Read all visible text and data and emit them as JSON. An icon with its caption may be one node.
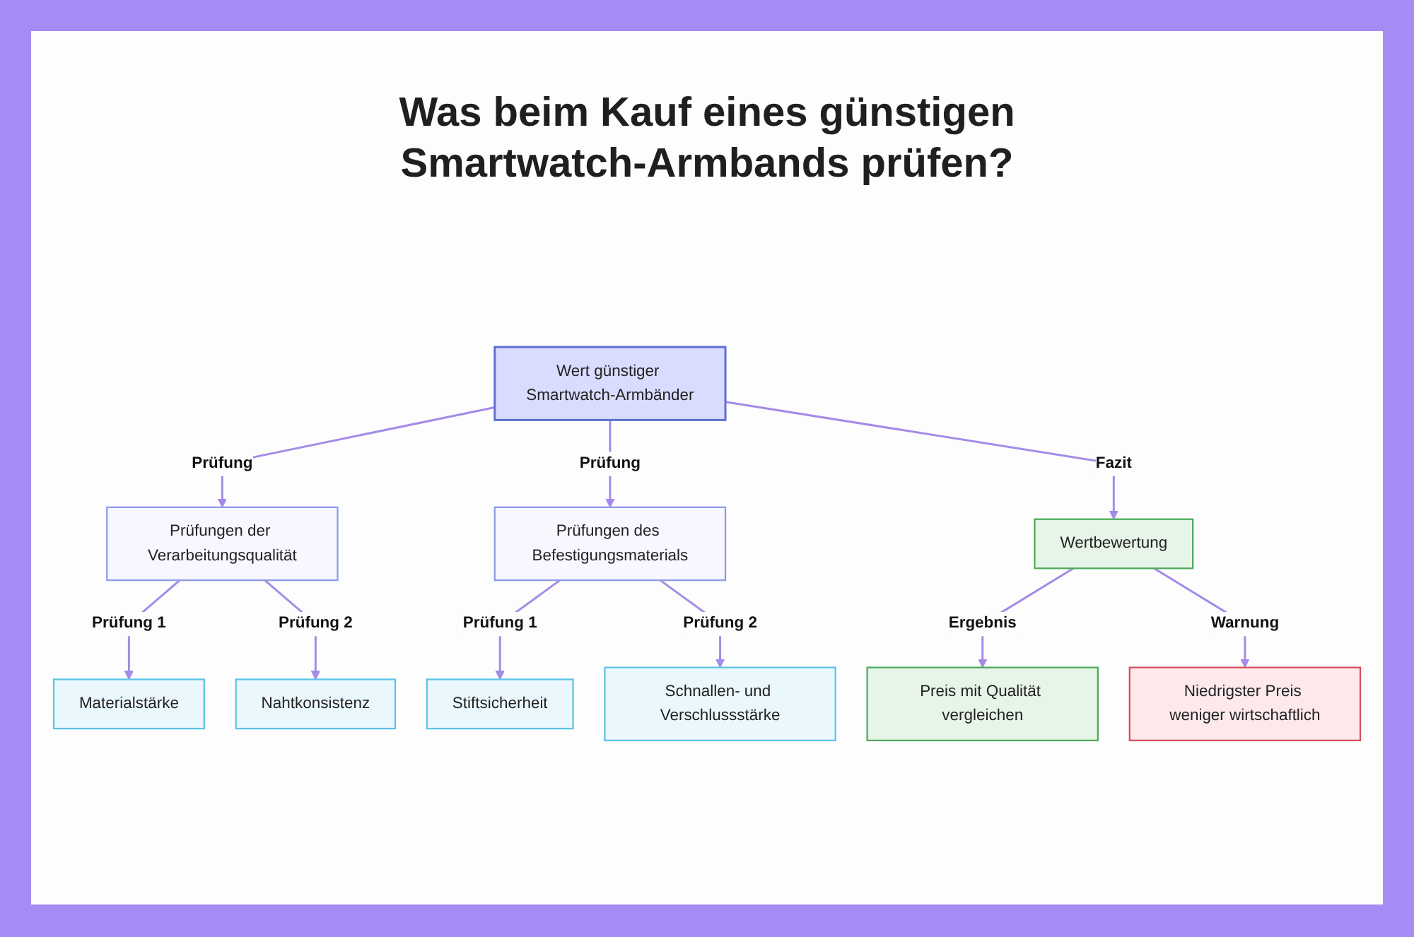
{
  "diagram": {
    "title": "Was beim Kauf eines günstigen Smartwatch-Armbands prüfen?",
    "nodes": [
      {
        "text": [
          "Wert günstiger Smartwatch-Armbänder"
        ]
      },
      {
        "text": [
          "Prüfungen der Verarbeitungsqualität"
        ]
      },
      {
        "text": [
          "Prüfungen des Befestigungsmaterials"
        ]
      },
      {
        "text": [
          "Wertbewertung"
        ]
      },
      {
        "text": [
          "Materialstärke"
        ]
      },
      {
        "text": [
          "Nahtkonsistenz"
        ]
      },
      {
        "text": [
          "Stiftsicherheit"
        ]
      },
      {
        "text": [
          "Schnallen- und Verschlussstärke"
        ]
      },
      {
        "text": [
          "Preis mit Qualität vergleichen"
        ]
      },
      {
        "text": [
          "Niedrigster Preis weniger wirtschaftlich"
        ]
      }
    ],
    "edges": [
      {
        "from": 0,
        "to": 1,
        "arrow": "to",
        "label": "Prüfung"
      },
      {
        "from": 0,
        "to": 2,
        "arrow": "to",
        "label": "Prüfung"
      },
      {
        "from": 0,
        "to": 3,
        "arrow": "to",
        "label": "Fazit"
      },
      {
        "from": 1,
        "to": 4,
        "arrow": "to",
        "label": "Prüfung 1"
      },
      {
        "from": 1,
        "to": 5,
        "arrow": "to",
        "label": "Prüfung 2"
      },
      {
        "from": 2,
        "to": 6,
        "arrow": "to",
        "label": "Prüfung 1"
      },
      {
        "from": 2,
        "to": 7,
        "arrow": "to",
        "label": "Prüfung 2"
      },
      {
        "from": 3,
        "to": 8,
        "arrow": "to",
        "label": "Ergebnis"
      },
      {
        "from": 3,
        "to": 9,
        "arrow": "to",
        "label": "Warnung"
      }
    ]
  }
}
